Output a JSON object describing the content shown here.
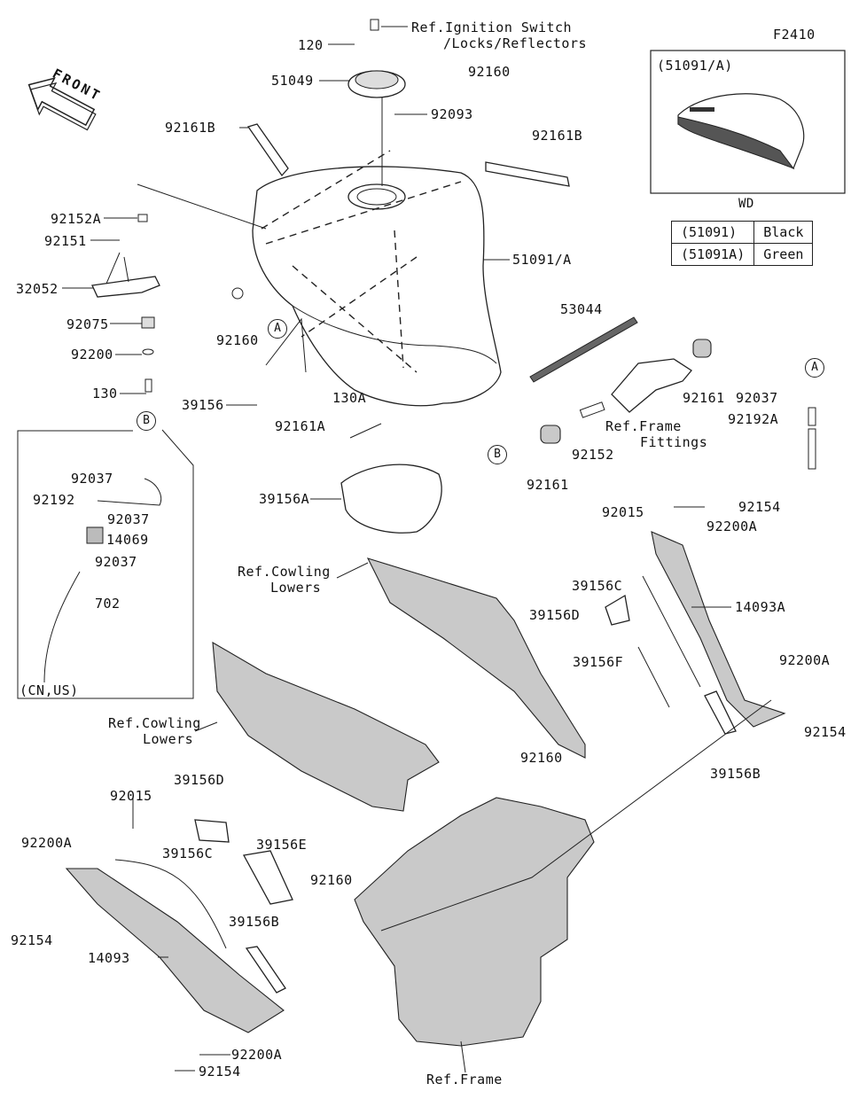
{
  "diagram_id": "F2410",
  "front_label": "FRONT",
  "callouts": {
    "c_120": "120",
    "c_ref_ignition": "Ref.Ignition Switch",
    "c_ref_ignition_2": "/Locks/Reflectors",
    "c_51049": "51049",
    "c_92160_top": "92160",
    "c_92093": "92093",
    "c_92161B_left": "92161B",
    "c_92161B_right": "92161B",
    "c_92152A": "92152A",
    "c_92151": "92151",
    "c_32052": "32052",
    "c_92075": "92075",
    "c_92200": "92200",
    "c_130": "130",
    "c_92160_mid": "92160",
    "c_51091A": "51091/A",
    "c_53044": "53044",
    "c_39156": "39156",
    "c_92161A": "92161A",
    "c_130A": "130A",
    "c_92161_mid": "92161",
    "c_92037_right": "92037",
    "c_92192A": "92192A",
    "c_ref_frame_fittings": "Ref.Frame",
    "c_ref_frame_fittings_2": "Fittings",
    "c_92152": "92152",
    "c_92161_bot": "92161",
    "c_39156A": "39156A",
    "c_92015_right": "92015",
    "c_92154_tr": "92154",
    "c_92200A_tr": "92200A",
    "c_ref_cowling_1": "Ref.Cowling",
    "c_ref_cowling_1b": "Lowers",
    "c_39156C_right": "39156C",
    "c_39156D_right": "39156D",
    "c_14093A": "14093A",
    "c_39156F": "39156F",
    "c_92200A_right": "92200A",
    "c_92154_right": "92154",
    "c_39156B_right": "39156B",
    "c_ref_cowling_2": "Ref.Cowling",
    "c_ref_cowling_2b": "Lowers",
    "c_39156D_left": "39156D",
    "c_92160_low": "92160",
    "c_92015_left": "92015",
    "c_39156C_left": "39156C",
    "c_39156E": "39156E",
    "c_92200A_left": "92200A",
    "c_92160_bot": "92160",
    "c_92154_left": "92154",
    "c_39156B_left": "39156B",
    "c_14093": "14093",
    "c_92200A_bot": "92200A",
    "c_92154_bot": "92154",
    "c_ref_frame": "Ref.Frame"
  },
  "hose_box": {
    "c_92037_a": "92037",
    "c_92192": "92192",
    "c_92037_b": "92037",
    "c_14069": "14069",
    "c_92037_c": "92037",
    "c_702": "702",
    "region": "(CN,US)"
  },
  "markers": {
    "A": "A",
    "B": "B"
  },
  "inset": {
    "title": "(51091/A)",
    "caption": "WD"
  },
  "color_table": [
    {
      "part": "(51091)",
      "color": "Black"
    },
    {
      "part": "(51091A)",
      "color": "Green"
    }
  ]
}
